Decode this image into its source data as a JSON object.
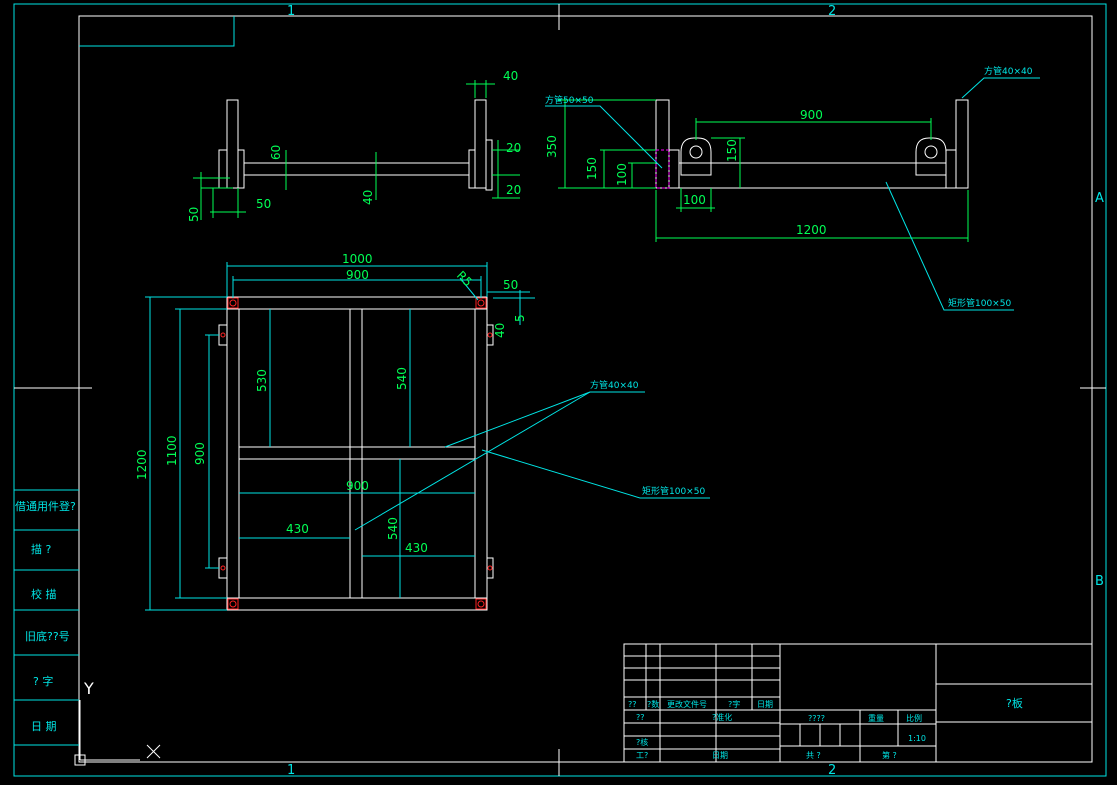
{
  "drawing": {
    "zones": {
      "col1": "1",
      "col2": "2",
      "rowA": "A",
      "rowB": "B"
    },
    "colors": {
      "frame": "#00e5e5",
      "outline": "#ffffff",
      "dimension": "#00ff55",
      "accent": "#ff2222",
      "hidden": "#ff00ff"
    },
    "side_left": {
      "d40": "40",
      "d60": "60",
      "d20a": "20",
      "d20b": "20",
      "d40b": "40",
      "d50": "50",
      "d50b": "50"
    },
    "side_right": {
      "label_square": "方管50×50",
      "label_square_right": "方管40×40",
      "label_rect": "矩形管100×50",
      "d900": "900",
      "d350": "350",
      "d150a": "150",
      "d100a": "100",
      "d150b": "150",
      "d100b": "100",
      "d1200": "1200"
    },
    "plan": {
      "d1000": "1000",
      "d900top": "900",
      "r": "R5",
      "d50": "50",
      "d5": "5",
      "d40": "40",
      "d1200": "1200",
      "d1100": "1100",
      "d900": "900",
      "d530": "530",
      "d540top": "540",
      "d900mid": "900",
      "d430a": "430",
      "d540bot": "540",
      "d430b": "430",
      "label_square": "方管40×40",
      "label_rect": "矩形管100×50"
    },
    "left_strip": {
      "r1": "借通用件登?",
      "r2": "描 ?",
      "r3": "校 描",
      "r4": "旧底??号",
      "r5": "? 字",
      "r6": "日 期"
    },
    "ucs": {
      "y": "Y",
      "x": "X"
    },
    "title_block": {
      "c1": "??",
      "c2": "?数",
      "c3": "更改文件号",
      "c4": "?字",
      "c5": "日期",
      "design": "??",
      "std": "?准化",
      "stage": "????",
      "weight": "重量",
      "scale_lbl": "比例",
      "scale": "1:10",
      "check": "?核",
      "craft": "工?",
      "date": "日期",
      "total": "共  ?",
      "sheet": "第  ?",
      "name": "?板"
    }
  }
}
